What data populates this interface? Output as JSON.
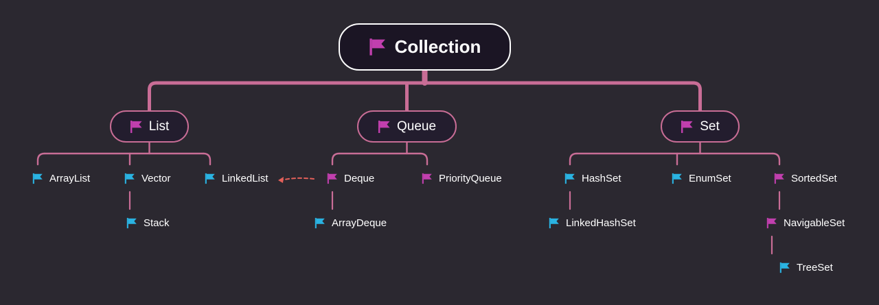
{
  "colors": {
    "background": "#2b2830",
    "connector": "#c96d96",
    "flag_magenta": "#c13fae",
    "flag_cyan": "#2ab3e2",
    "arrow": "#e4605a"
  },
  "nodes": {
    "collection": {
      "label": "Collection",
      "flag": "magenta"
    },
    "list": {
      "label": "List",
      "flag": "magenta"
    },
    "queue": {
      "label": "Queue",
      "flag": "magenta"
    },
    "set": {
      "label": "Set",
      "flag": "magenta"
    },
    "arraylist": {
      "label": "ArrayList",
      "flag": "cyan"
    },
    "vector": {
      "label": "Vector",
      "flag": "cyan"
    },
    "linkedlist": {
      "label": "LinkedList",
      "flag": "cyan"
    },
    "stack": {
      "label": "Stack",
      "flag": "cyan"
    },
    "deque": {
      "label": "Deque",
      "flag": "magenta"
    },
    "priorityqueue": {
      "label": "PriorityQueue",
      "flag": "magenta"
    },
    "arraydeque": {
      "label": "ArrayDeque",
      "flag": "cyan"
    },
    "hashset": {
      "label": "HashSet",
      "flag": "cyan"
    },
    "enumset": {
      "label": "EnumSet",
      "flag": "cyan"
    },
    "sortedset": {
      "label": "SortedSet",
      "flag": "magenta"
    },
    "linkedhashset": {
      "label": "LinkedHashSet",
      "flag": "cyan"
    },
    "navigableset": {
      "label": "NavigableSet",
      "flag": "magenta"
    },
    "treeset": {
      "label": "TreeSet",
      "flag": "cyan"
    }
  },
  "edges": [
    {
      "from": "collection",
      "to": "list"
    },
    {
      "from": "collection",
      "to": "queue"
    },
    {
      "from": "collection",
      "to": "set"
    },
    {
      "from": "list",
      "to": "arraylist"
    },
    {
      "from": "list",
      "to": "vector"
    },
    {
      "from": "list",
      "to": "linkedlist"
    },
    {
      "from": "vector",
      "to": "stack"
    },
    {
      "from": "queue",
      "to": "deque"
    },
    {
      "from": "queue",
      "to": "priorityqueue"
    },
    {
      "from": "deque",
      "to": "arraydeque"
    },
    {
      "from": "set",
      "to": "hashset"
    },
    {
      "from": "set",
      "to": "enumset"
    },
    {
      "from": "set",
      "to": "sortedset"
    },
    {
      "from": "hashset",
      "to": "linkedhashset"
    },
    {
      "from": "sortedset",
      "to": "navigableset"
    },
    {
      "from": "navigableset",
      "to": "treeset"
    }
  ],
  "relations": [
    {
      "from": "deque",
      "to": "linkedlist",
      "style": "dashed-arrow"
    }
  ]
}
